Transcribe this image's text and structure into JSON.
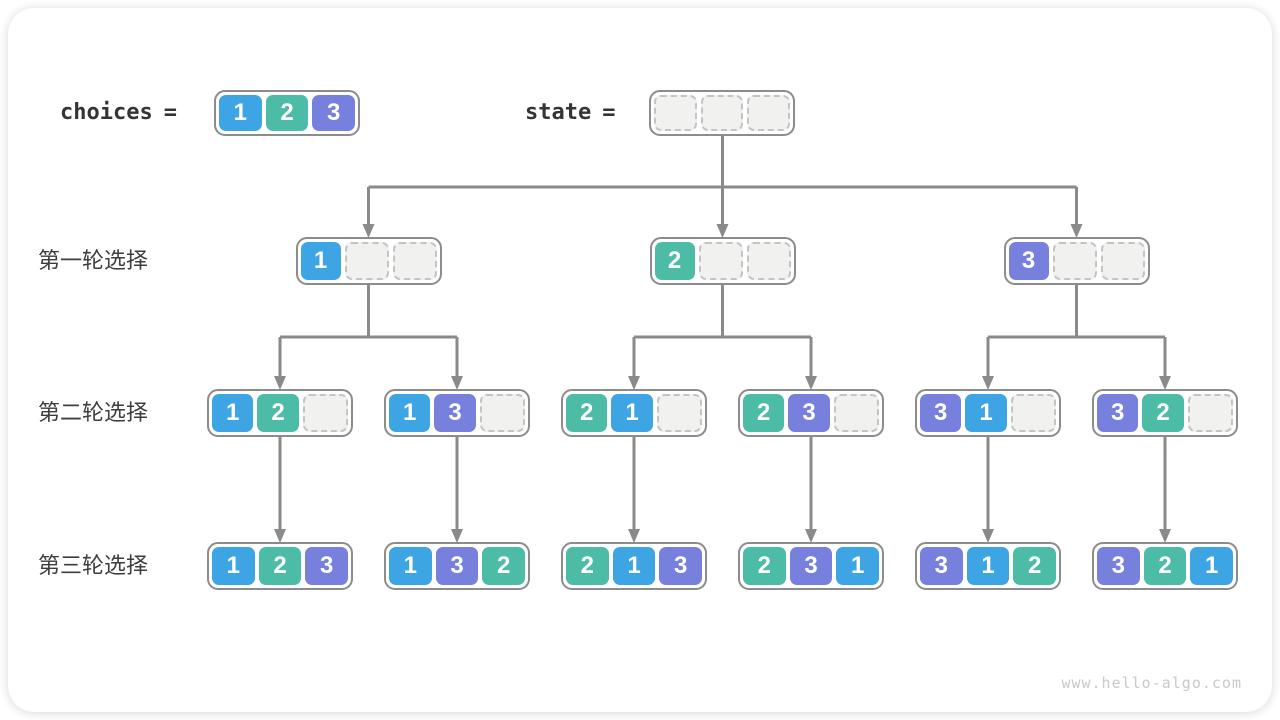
{
  "title_vars": {
    "choices_label": "choices",
    "state_label": "state",
    "equals_sign": "=",
    "choices_cells": [
      "1",
      "2",
      "3"
    ],
    "state_cells": [
      null,
      null,
      null
    ]
  },
  "rounds": [
    {
      "label": "第一轮选择",
      "nodes": [
        [
          "1",
          null,
          null
        ],
        [
          "2",
          null,
          null
        ],
        [
          "3",
          null,
          null
        ]
      ]
    },
    {
      "label": "第二轮选择",
      "nodes": [
        [
          "1",
          "2",
          null
        ],
        [
          "1",
          "3",
          null
        ],
        [
          "2",
          "1",
          null
        ],
        [
          "2",
          "3",
          null
        ],
        [
          "3",
          "1",
          null
        ],
        [
          "3",
          "2",
          null
        ]
      ]
    },
    {
      "label": "第三轮选择",
      "nodes": [
        [
          "1",
          "2",
          "3"
        ],
        [
          "1",
          "3",
          "2"
        ],
        [
          "2",
          "1",
          "3"
        ],
        [
          "2",
          "3",
          "1"
        ],
        [
          "3",
          "1",
          "2"
        ],
        [
          "3",
          "2",
          "1"
        ]
      ]
    }
  ],
  "colors": {
    "choice_1": "#3EA5E4",
    "choice_2": "#4CBCA7",
    "choice_3": "#7780DC",
    "empty_cell_bg": "#F1F1F0",
    "empty_cell_border": "#C4C4C4",
    "node_border": "#8C8C8C",
    "arrow": "#8A8A8A",
    "label_text": "#3D3D3D",
    "watermark_text": "#C9C9C9"
  },
  "watermark": "www.hello-algo.com"
}
